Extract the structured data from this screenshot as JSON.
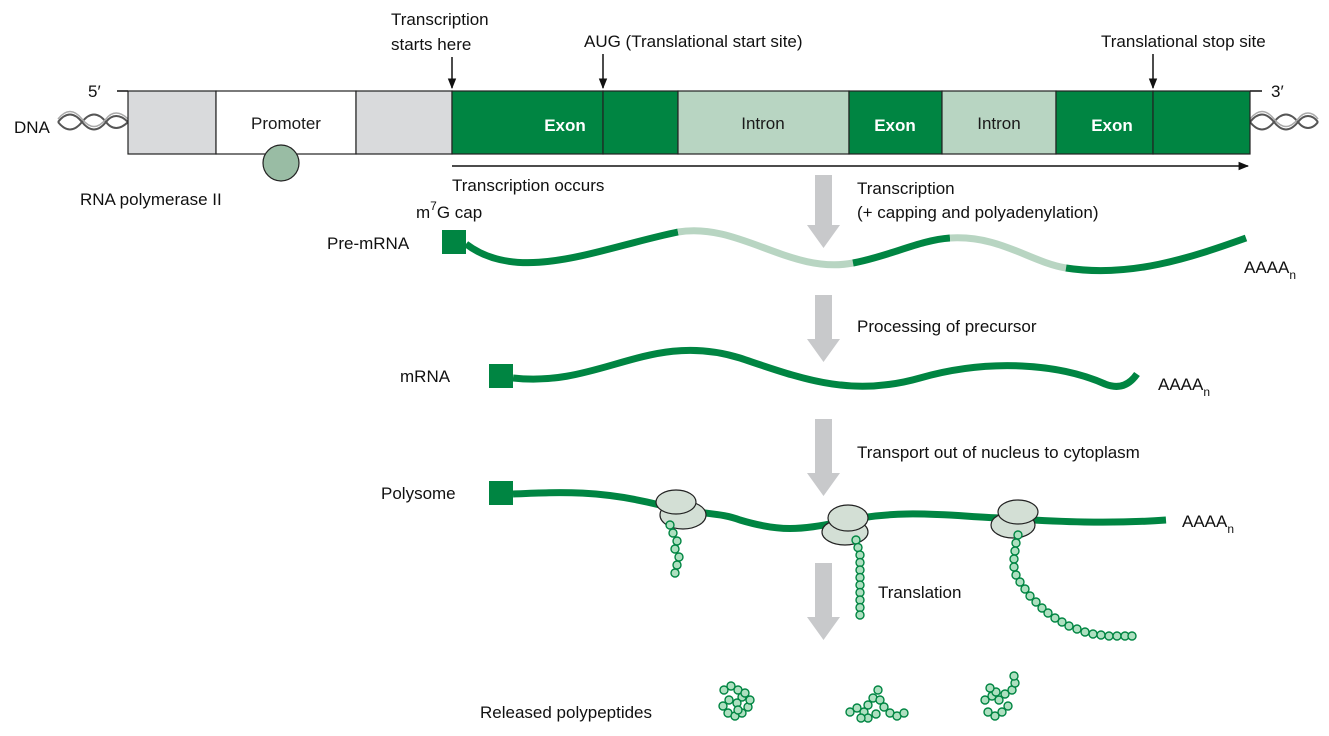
{
  "colors": {
    "exon": "#008542",
    "intron": "#b8d5c2",
    "grey_box": "#d9dadc",
    "arrow_grey": "#c8c9cb",
    "rna_polymerase": "#99bca4",
    "ribosome": "#d3dfd5",
    "bead_fill": "#aee0c0",
    "bead_stroke": "#008542"
  },
  "dna": {
    "label": "DNA",
    "five_prime": "5′",
    "three_prime": "3′",
    "promoter": "Promoter",
    "rna_polymerase": "RNA polymerase II",
    "exon_label": "Exon",
    "intron_label": "Intron",
    "transcription_start": [
      "Transcription",
      "starts here"
    ],
    "aug_label": "AUG (Translational start site)",
    "stop_label": "Translational stop site",
    "transcription_occurs": "Transcription occurs"
  },
  "steps": {
    "transcription": [
      "Transcription",
      "(+ capping and polyadenylation)"
    ],
    "processing": "Processing of precursor",
    "transport": "Transport out of nucleus to cytoplasm",
    "translation": "Translation"
  },
  "molecules": {
    "cap_m": "m",
    "cap_sup": "7",
    "cap_rest": "G cap",
    "pre_mrna": "Pre-mRNA",
    "mrna": "mRNA",
    "polysome": "Polysome",
    "polya": "AAAA",
    "polya_sub": "n",
    "released": "Released polypeptides"
  }
}
